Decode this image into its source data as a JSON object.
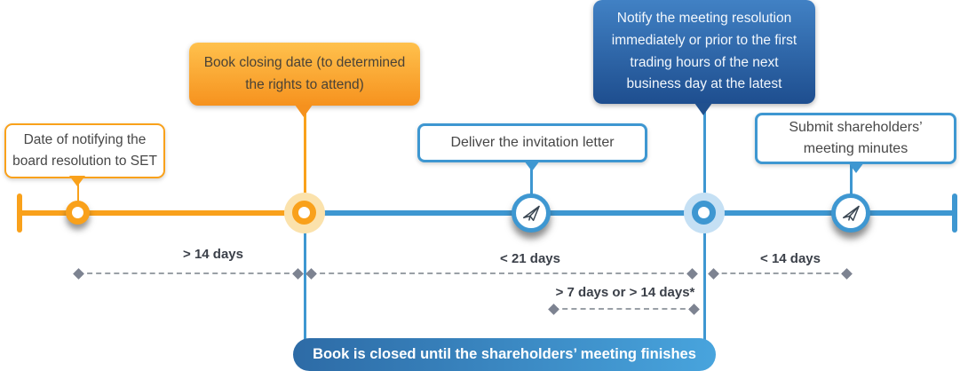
{
  "callouts": [
    {
      "id": "notify-set",
      "text": "Date of notifying the board resolution to SET",
      "style": "white-orange-border"
    },
    {
      "id": "book-closing",
      "text": "Book closing date (to determined the rights to attend)",
      "style": "orange-fill"
    },
    {
      "id": "deliver-invitation",
      "text": "Deliver the invitation letter",
      "style": "white-blue-border"
    },
    {
      "id": "notify-resolution",
      "text": "Notify the meeting resolution immediately or prior to the first trading hours of the next business day at the latest",
      "style": "blue-fill"
    },
    {
      "id": "submit-minutes",
      "text": "Submit shareholders’ meeting minutes",
      "style": "white-blue-border"
    }
  ],
  "intervals": [
    {
      "id": "board-to-closing",
      "label": "> 14 days"
    },
    {
      "id": "closing-to-meeting",
      "label": "< 21 days"
    },
    {
      "id": "invitation-window",
      "label": "> 7 days or > 14 days*"
    },
    {
      "id": "meeting-to-minutes",
      "label": "< 14 days"
    }
  ],
  "banner": {
    "text": "Book is closed until the shareholders’ meeting finishes"
  },
  "icons": {
    "paper_plane": "paper-plane send icon on circular milestone markers"
  },
  "colors": {
    "orange": "#F9A11B",
    "orange_halo": "#FBE2AC",
    "callout_orange_top": "#FFC14D",
    "callout_orange_bottom": "#F6921E",
    "blue": "#3E97D1",
    "blue_halo": "#C5E0F4",
    "callout_blue_top": "#4181C4",
    "callout_blue_bottom": "#1E4E8F",
    "banner_left": "#2D6BA6",
    "banner_right": "#48A4DD",
    "measure_dash": "#9AA0A6",
    "measure_diamond": "#7D8391",
    "label_text": "#3B4049"
  }
}
